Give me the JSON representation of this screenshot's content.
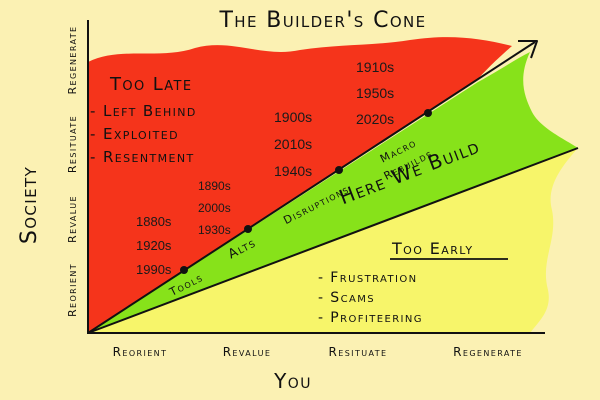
{
  "title": "The Builder's Cone",
  "axes": {
    "x_label": "You",
    "y_label": "Society",
    "x_ticks": [
      "Reorient",
      "Revalue",
      "Resituate",
      "Regenerate"
    ],
    "y_ticks": [
      "Reorient",
      "Revalue",
      "Resituate",
      "Regenerate"
    ]
  },
  "regions": {
    "too_late": {
      "heading": "Too Late",
      "items": [
        "- Left Behind",
        "- Exploited",
        "- Resentment"
      ]
    },
    "build_zone": {
      "label": "Here We Build"
    },
    "too_early": {
      "heading": "Too Early",
      "items": [
        "- Frustration",
        "- Scams",
        "- Profiteering"
      ]
    }
  },
  "stages": [
    {
      "label": "Tools",
      "years": [
        "1880s",
        "1920s",
        "1990s"
      ]
    },
    {
      "label": "Alts",
      "years": [
        "1890s",
        "2000s",
        "1930s"
      ]
    },
    {
      "label": "Disruptions",
      "years": [
        "1900s",
        "2010s",
        "1940s"
      ]
    },
    {
      "label": "Macro Rebuilds",
      "lines": [
        "Macro",
        "Rebuilds"
      ],
      "years": [
        "1910s",
        "1950s",
        "2020s"
      ]
    }
  ],
  "colors": {
    "background": "#fbf1b3",
    "too_late": "#f5341b",
    "build_zone": "#87e21a",
    "too_early": "#f7f56a",
    "build_label": "#c5881c",
    "ink": "#111111"
  }
}
